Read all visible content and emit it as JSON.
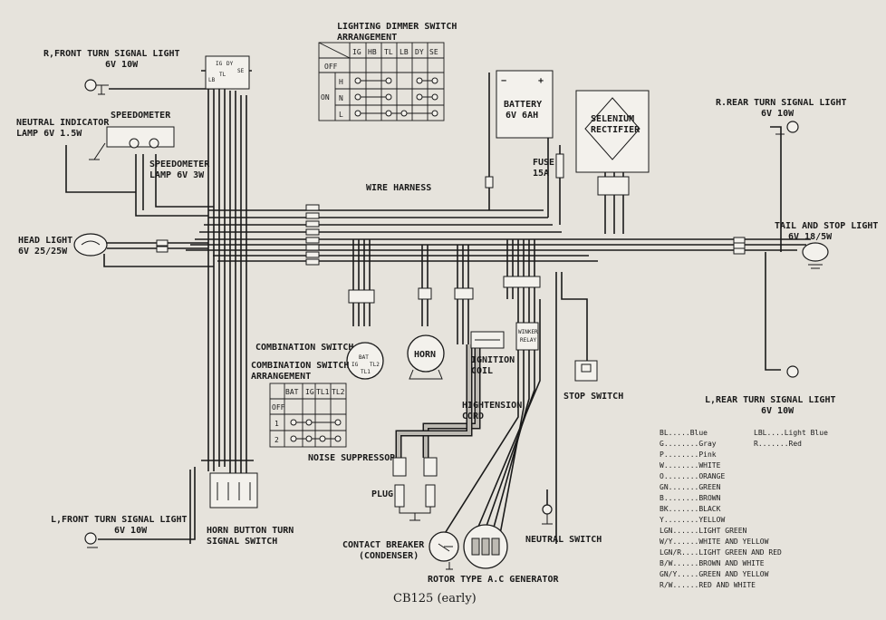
{
  "labels": {
    "rf_turn_title": "R,FRONT TURN SIGNAL LIGHT",
    "rf_turn_rating": "6V 10W",
    "neutral_ind_title": "NEUTRAL INDICATOR",
    "neutral_ind_rating": "LAMP 6V 1.5W",
    "speedometer": "SPEEDOMETER",
    "speedo_lamp_title": "SPEEDOMETER",
    "speedo_lamp_rating": "LAMP 6V 3W",
    "head_light_title": "HEAD LIGHT",
    "head_light_rating": "6V 25/25W",
    "wire_harness": "WIRE HARNESS",
    "battery_title": "BATTERY",
    "battery_rating": "6V 6AH",
    "fuse_title": "FUSE",
    "fuse_rating": "15A",
    "selenium": "SELENIUM",
    "rectifier": "RECTIFIER",
    "rr_turn_title": "R.REAR TURN SIGNAL LIGHT",
    "rr_turn_rating": "6V 10W",
    "tail_stop_title": "TAIL AND STOP LIGHT",
    "tail_stop_rating": "6V 18/5W",
    "combination_switch": "COMBINATION SWITCH",
    "horn": "HORN",
    "ignition": "IGNITION",
    "coil": "COIL",
    "winker": "WINKER",
    "relay": "RELAY",
    "stop_switch": "STOP SWITCH",
    "hightension": "HIGHTENSION",
    "cord": "CORD",
    "lr_turn_title": "L,REAR TURN SIGNAL LIGHT",
    "lr_turn_rating": "6V 10W",
    "noise_suppressor": "NOISE SUPPRESSOR",
    "plug": "PLUG",
    "lf_turn_title": "L,FRONT TURN SIGNAL LIGHT",
    "lf_turn_rating": "6V 10W",
    "horn_button_1": "HORN BUTTON TURN",
    "horn_button_2": "SIGNAL SWITCH",
    "contact_breaker_1": "CONTACT BREAKER",
    "contact_breaker_2": "(CONDENSER)",
    "neutral_switch": "NEUTRAL SWITCH",
    "rotor_generator": "ROTOR TYPE A.C GENERATOR",
    "caption": "CB125 (early)"
  },
  "dimmer_table": {
    "title_1": "LIGHTING DIMMER SWITCH",
    "title_2": "ARRANGEMENT",
    "columns": [
      "IG",
      "HB",
      "TL",
      "LB",
      "DY",
      "SE"
    ],
    "row_off": "OFF",
    "row_on": "ON",
    "rows": [
      "H",
      "N",
      "L"
    ]
  },
  "combo_table": {
    "title_1": "COMBINATION SWITCH",
    "title_2": "ARRANGEMENT",
    "columns": [
      "BAT",
      "IG",
      "TL1",
      "TL2"
    ],
    "rows": [
      "OFF",
      "1",
      "2"
    ]
  },
  "color_legend": {
    "left": [
      {
        "code": "BL",
        "name": "Blue"
      },
      {
        "code": "G",
        "name": "Gray"
      },
      {
        "code": "P",
        "name": "Pink"
      },
      {
        "code": "W",
        "name": "WHITE"
      },
      {
        "code": "O",
        "name": "ORANGE"
      },
      {
        "code": "GN",
        "name": "GREEN"
      },
      {
        "code": "B",
        "name": "BROWN"
      },
      {
        "code": "BK",
        "name": "BLACK"
      },
      {
        "code": "Y",
        "name": "YELLOW"
      },
      {
        "code": "LGN",
        "name": "LIGHT GREEN"
      },
      {
        "code": "W/Y",
        "name": "WHITE AND YELLOW"
      },
      {
        "code": "LGN/R",
        "name": "LIGHT GREEN AND RED"
      },
      {
        "code": "B/W",
        "name": "BROWN AND WHITE"
      },
      {
        "code": "GN/Y",
        "name": "GREEN AND YELLOW"
      },
      {
        "code": "R/W",
        "name": "RED AND WHITE"
      }
    ],
    "right": [
      {
        "code": "LBL",
        "name": "Light Blue"
      },
      {
        "code": "R",
        "name": "Red"
      }
    ]
  },
  "colors": {
    "background": "#e6e3dc",
    "ink": "#1a1a1a",
    "shade": "#bdbab3"
  }
}
